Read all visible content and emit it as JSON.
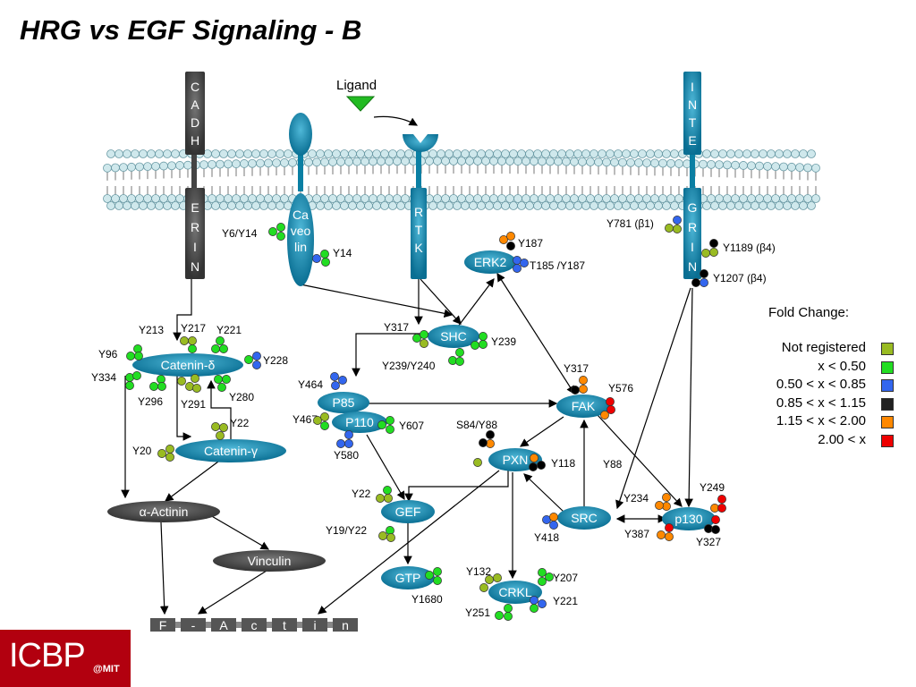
{
  "title": "HRG vs EGF Signaling - B",
  "colors": {
    "not_registered": "#99bb22",
    "lt_050": "#22dd22",
    "r050_085": "#3366ee",
    "r085_115": "#000000",
    "r115_200": "#ff8800",
    "gt_200": "#ee0000",
    "node": "#0a7fa3",
    "node_dark": "#444444",
    "membrane_head": "#cfe8ec"
  },
  "ligand": "Ligand",
  "receptors": {
    "cadherin_top": [
      "C",
      "A",
      "D",
      "H"
    ],
    "cadherin_bottom": [
      "E",
      "R",
      "I",
      "N"
    ],
    "integrin_top": [
      "I",
      "N",
      "T",
      "E"
    ],
    "integrin_bottom": [
      "G",
      "R",
      "I",
      "N"
    ],
    "caveolin": [
      "Ca",
      "veo",
      "lin"
    ],
    "rtk": [
      "R",
      "T",
      "K"
    ]
  },
  "nodes": {
    "erk2": "ERK2",
    "shc": "SHC",
    "catenin_d": "Catenin-δ",
    "catenin_g": "Catenin-γ",
    "p85": "P85",
    "p110": "P110",
    "fak": "FAK",
    "pxn": "PXN",
    "src": "SRC",
    "p130": "p130",
    "gef": "GEF",
    "gtp": "GTP",
    "crkl": "CRKL",
    "actinin": "α-Actinin",
    "vinculin": "Vinculin",
    "factin": [
      "F",
      "-",
      "A",
      "c",
      "t",
      "i",
      "n"
    ]
  },
  "site_labels": {
    "y6y14": "Y6/Y14",
    "y14": "Y14",
    "y187": "Y187",
    "t185": "T185 /Y187",
    "y781": "Y781 (β1)",
    "y1189": "Y1189 (β4)",
    "y1207": "Y1207 (β4)",
    "y317_shc": "Y317",
    "y239": "Y239",
    "y239y240": "Y239/Y240",
    "y213": "Y213",
    "y217": "Y217",
    "y221_cat": "Y221",
    "y96": "Y96",
    "y228": "Y228",
    "y334": "Y334",
    "y296": "Y296",
    "y291": "Y291",
    "y280": "Y280",
    "y22_cat": "Y22",
    "y20": "Y20",
    "y464": "Y464",
    "y467": "Y467",
    "y607": "Y607",
    "y580": "Y580",
    "y317_fak": "Y317",
    "y576": "Y576",
    "s84y88": "S84/Y88",
    "y118": "Y118",
    "y88": "Y88",
    "y22_gef": "Y22",
    "y19y22": "Y19/Y22",
    "y1680": "Y1680",
    "y234": "Y234",
    "y249": "Y249",
    "y387": "Y387",
    "y327": "Y327",
    "y418": "Y418",
    "y132": "Y132",
    "y207": "Y207",
    "y221_crkl": "Y221",
    "y251": "Y251"
  },
  "legend": {
    "title": "Fold Change:",
    "rows": [
      {
        "label": "Not registered",
        "color": "#99bb22"
      },
      {
        "label": "x < 0.50",
        "color": "#22dd22"
      },
      {
        "label": "0.50 < x < 0.85",
        "color": "#3366ee"
      },
      {
        "label": "0.85 < x < 1.15",
        "color": "#222222"
      },
      {
        "label": "1.15 < x < 2.00",
        "color": "#ff8800"
      },
      {
        "label": "2.00 < x",
        "color": "#ee0000"
      }
    ]
  },
  "logo": {
    "main": "ICBP",
    "sub": "@MIT"
  }
}
